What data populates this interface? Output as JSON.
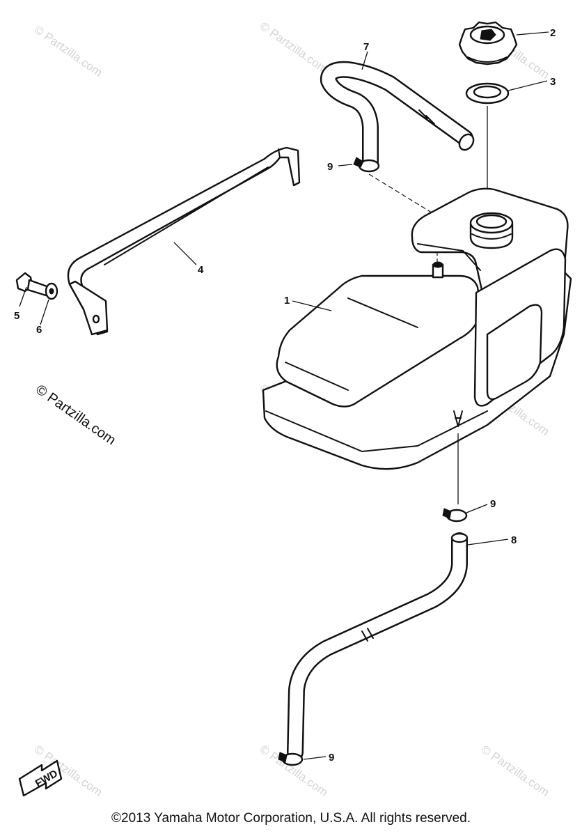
{
  "diagram": {
    "callouts": {
      "c1": "1",
      "c2": "2",
      "c3": "3",
      "c4": "4",
      "c5": "5",
      "c6": "6",
      "c7": "7",
      "c8": "8",
      "c9a": "9",
      "c9b": "9",
      "c9c": "9"
    },
    "watermark_text": "© Partzilla.com",
    "direction_badge": "FWD"
  },
  "footer": {
    "copyright": "©2013 Yamaha Motor Corporation, U.S.A. All rights reserved."
  }
}
